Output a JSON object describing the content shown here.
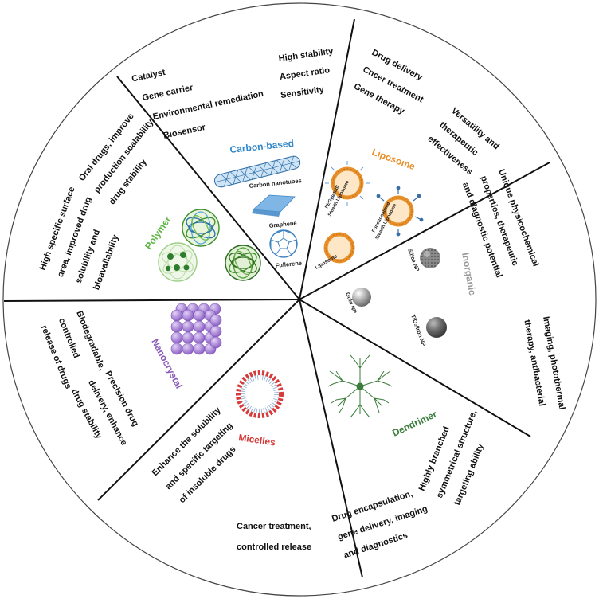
{
  "sectors": {
    "carbon": {
      "label": "Carbon-based",
      "color": "#2f86c8",
      "subtypes": [
        "Carbon nanotubes",
        "Graphene",
        "Fullerene"
      ],
      "apps": [
        "Catalyst",
        "Gene carrier",
        "Environmental remediation",
        "Biosensor"
      ],
      "advantages": [
        "High stability",
        "Aspect ratio",
        "Sensitivity"
      ]
    },
    "liposome": {
      "label": "Liposome",
      "color": "#e8902a",
      "subtypes": [
        "PEGylated/",
        "Stealth Liposome",
        "Functionalized",
        "Stealth Liposome",
        "Liposome"
      ],
      "apps": [
        "Drug delivery",
        "Cncer treatment",
        "Gene therapy"
      ],
      "advantages": [
        "Versatility and",
        "therapeutic",
        "effectiveness"
      ]
    },
    "inorganic": {
      "label": "Inorganic",
      "color": "#9a9a9a",
      "subtypes": [
        "Silica NP",
        "Gold NP",
        "TiO₂/Iron NP"
      ],
      "advantages": [
        "Unique physicochemical",
        "properties, therapeutic",
        "and diagnostic potential"
      ],
      "apps": [
        "Imaging, photothermal",
        "therapy, antibacterial"
      ]
    },
    "dendrimer": {
      "label": "Dendrimer",
      "color": "#3a7d3a",
      "advantages": [
        "Highly branched",
        "symmetrical structure,",
        "targeting ability"
      ],
      "apps": [
        "Drug encapsulation,",
        "gene delivery, imaging",
        "and diagnostics"
      ]
    },
    "micelles": {
      "label": "Micelles",
      "color": "#d63a3a",
      "advantages": [
        "Enhance the solubility",
        "and specific targeting",
        "of insoluble drugs"
      ],
      "apps": [
        "Cancer treatment,",
        "controlled release"
      ]
    },
    "nanocrystal": {
      "label": "Nanocrystal",
      "color": "#8a5bb8",
      "advantages": [
        "Biodegradable,",
        "controlled",
        "release of drugs"
      ],
      "apps": [
        "Precision drug",
        "delivery, enhance",
        "drug stability"
      ]
    },
    "polymer": {
      "label": "Polymer",
      "color": "#5fb545",
      "advantages": [
        "High specific surface",
        "area, improved drug",
        "solubility and",
        "bioavailability"
      ],
      "apps": [
        "Oral drugs, improve",
        "production scalability,",
        "drug stability"
      ]
    }
  }
}
